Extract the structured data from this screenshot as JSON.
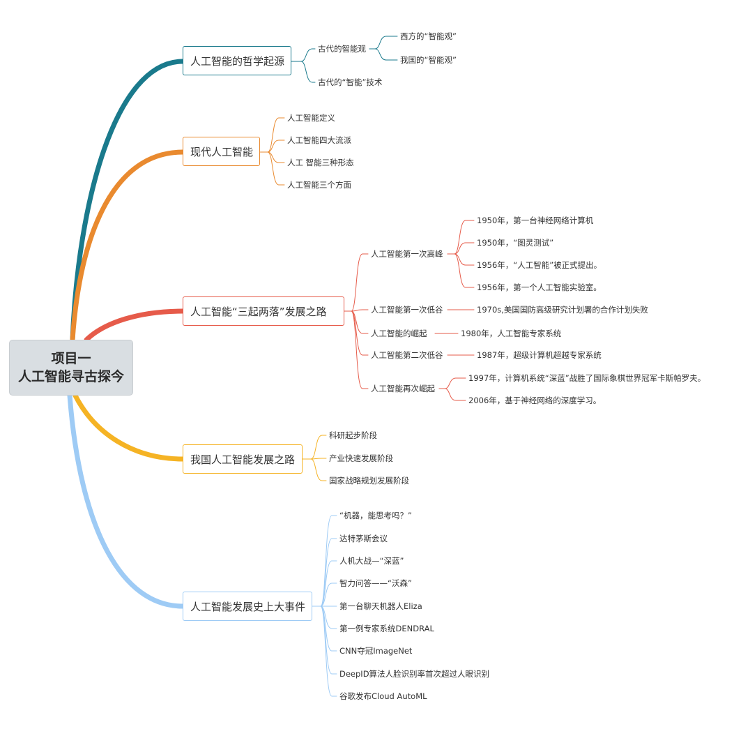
{
  "root": {
    "line1": "项目一",
    "line2": "人工智能寻古探今"
  },
  "colors": {
    "b1": "#1a7a8c",
    "b2": "#e98a2f",
    "b3": "#e65b4a",
    "b4": "#f5b324",
    "b5": "#9ecbf5"
  },
  "branches": [
    {
      "title": "人工智能的哲学起源",
      "items": [
        {
          "label": "古代的智能观",
          "children": [
            "西方的“智能观”",
            "我国的“智能观”"
          ]
        },
        {
          "label": "古代的“智能”技术"
        }
      ]
    },
    {
      "title": "现代人工智能",
      "items": [
        "人工智能定义",
        "人工智能四大流派",
        "人工 智能三种形态",
        "人工智能三个方面"
      ]
    },
    {
      "title": "人工智能“三起两落”发展之路",
      "items": [
        {
          "label": "人工智能第一次高峰",
          "children": [
            "1950年，第一台神经网络计算机",
            "1950年，“图灵测试”",
            "1956年，“人工智能”被正式提出。",
            "1956年，第一个人工智能实验室。"
          ]
        },
        {
          "label": "人工智能第一次低谷",
          "children": [
            "1970s,美国国防高级研究计划署的合作计划失败"
          ]
        },
        {
          "label": "人工智能的崛起",
          "children": [
            "1980年，人工智能专家系统"
          ]
        },
        {
          "label": "人工智能第二次低谷",
          "children": [
            "1987年，超级计算机超越专家系统"
          ]
        },
        {
          "label": "人工智能再次崛起",
          "children": [
            "1997年，计算机系统“深蓝”战胜了国际象棋世界冠军卡斯帕罗夫。",
            "2006年，基于神经网络的深度学习。"
          ]
        }
      ]
    },
    {
      "title": "我国人工智能发展之路",
      "items": [
        "科研起步阶段",
        "产业快速发展阶段",
        "国家战略规划发展阶段"
      ]
    },
    {
      "title": "人工智能发展史上大事件",
      "items": [
        "“机器，能思考吗？”",
        "达特茅斯会议",
        "人机大战—“深蓝”",
        "智力问答——“沃森”",
        "第一台聊天机器人Eliza",
        "第一例专家系统DENDRAL",
        "CNN夺冠ImageNet",
        "DeepID算法人脸识别率首次超过人眼识别",
        "谷歌发布Cloud AutoML"
      ]
    }
  ]
}
